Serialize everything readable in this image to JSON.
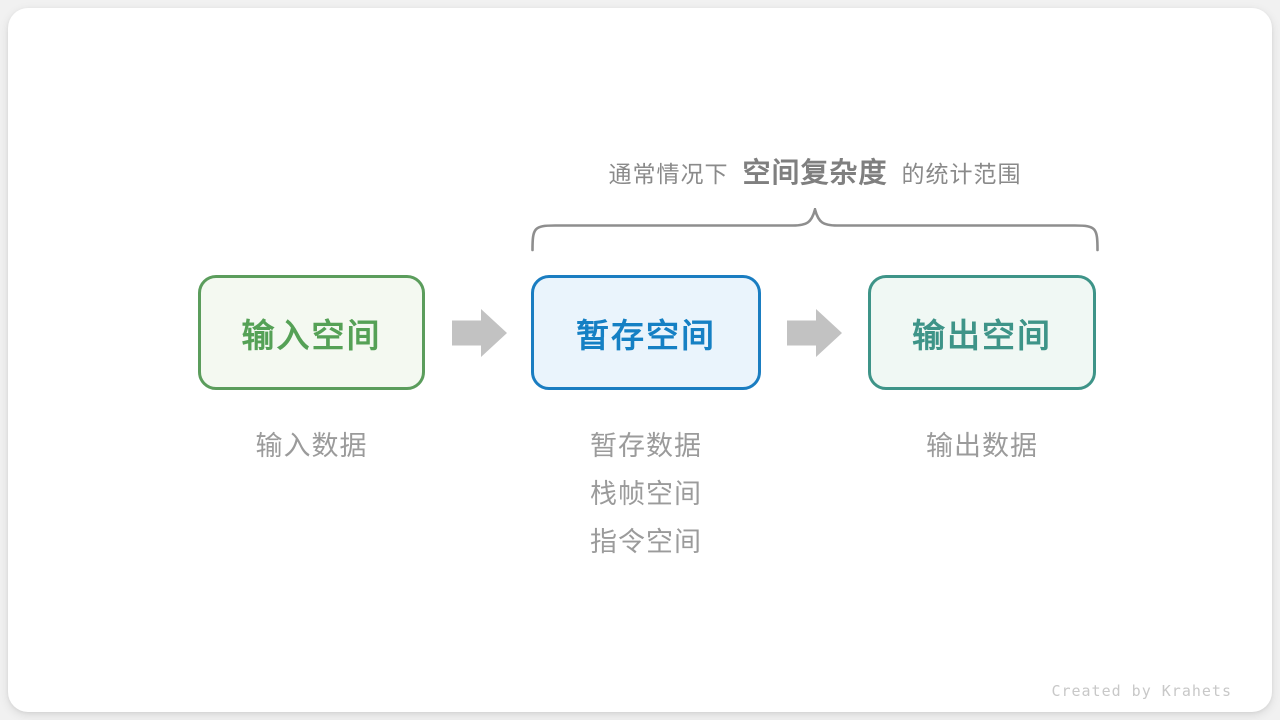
{
  "title": {
    "prefix": "通常情况下",
    "highlight": "空间复杂度",
    "suffix": "的统计范围"
  },
  "diagram": {
    "nodes": [
      {
        "id": "input-space",
        "label": "输入空间",
        "border_color": "#5b9d5c",
        "fill_color": "#f4f9f1",
        "text_color": "#55a156",
        "captions": [
          "输入数据"
        ]
      },
      {
        "id": "temp-space",
        "label": "暂存空间",
        "border_color": "#1a7dc1",
        "fill_color": "#eaf4fc",
        "text_color": "#1580c4",
        "captions": [
          "暂存数据",
          "栈帧空间",
          "指令空间"
        ]
      },
      {
        "id": "output-space",
        "label": "输出空间",
        "border_color": "#3e9488",
        "fill_color": "#f0f8f4",
        "text_color": "#3e9488",
        "captions": [
          "输出数据"
        ]
      }
    ],
    "arrow_color": "#c2c2c2",
    "brace_color": "#8e8e8e",
    "brace_covers": [
      "temp-space",
      "output-space"
    ]
  },
  "watermark": "Created by Krahets"
}
